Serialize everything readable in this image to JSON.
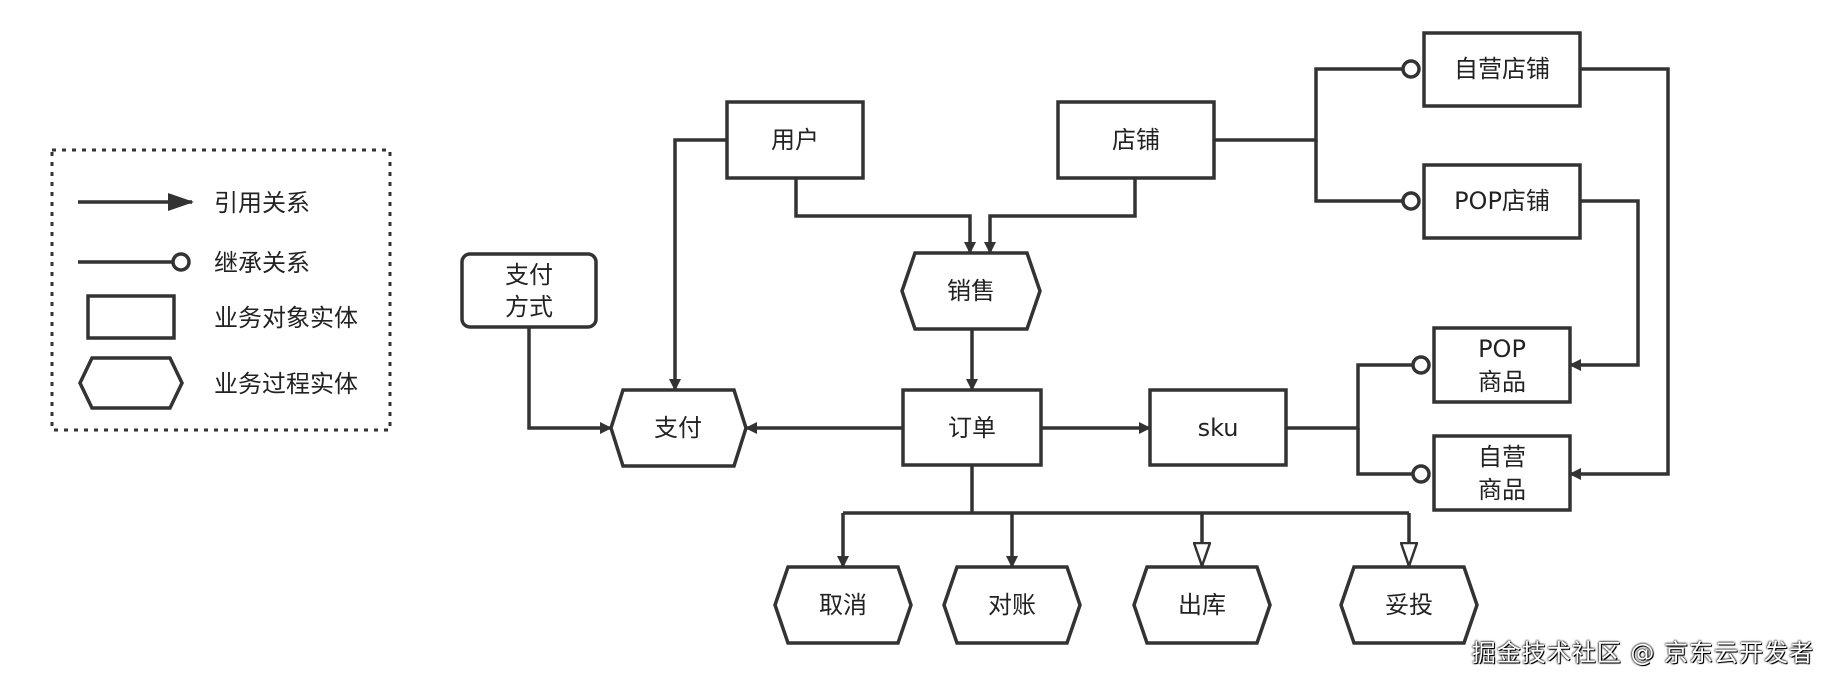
{
  "legend": {
    "ref": "引用关系",
    "inherit": "继承关系",
    "object": "业务对象实体",
    "process": "业务过程实体"
  },
  "nodes": {
    "user": "用户",
    "shop": "店铺",
    "self_shop": "自营店铺",
    "pop_shop": "POP店铺",
    "pay_method": [
      "支付",
      "方式"
    ],
    "sale": "销售",
    "pay": "支付",
    "order": "订单",
    "sku": "sku",
    "pop_goods": [
      "POP",
      "商品"
    ],
    "self_goods": [
      "自营",
      "商品"
    ],
    "cancel": "取消",
    "reconcile": "对账",
    "outbound": "出库",
    "delivery": "妥投"
  },
  "watermark": "掘金技术社区 @ 京东云开发者"
}
